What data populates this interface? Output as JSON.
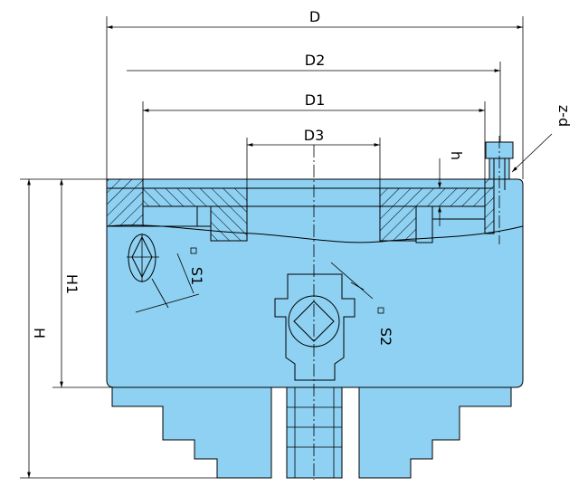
{
  "colors": {
    "body_fill": "#8ed1f2",
    "line": "#000000",
    "background": "#ffffff"
  },
  "labels": {
    "D": "D",
    "D1": "D1",
    "D2": "D2",
    "D3": "D3",
    "H": "H",
    "H1": "H1",
    "h": "h",
    "S1": "S1",
    "S2": "S2",
    "z_d": "z-d"
  }
}
